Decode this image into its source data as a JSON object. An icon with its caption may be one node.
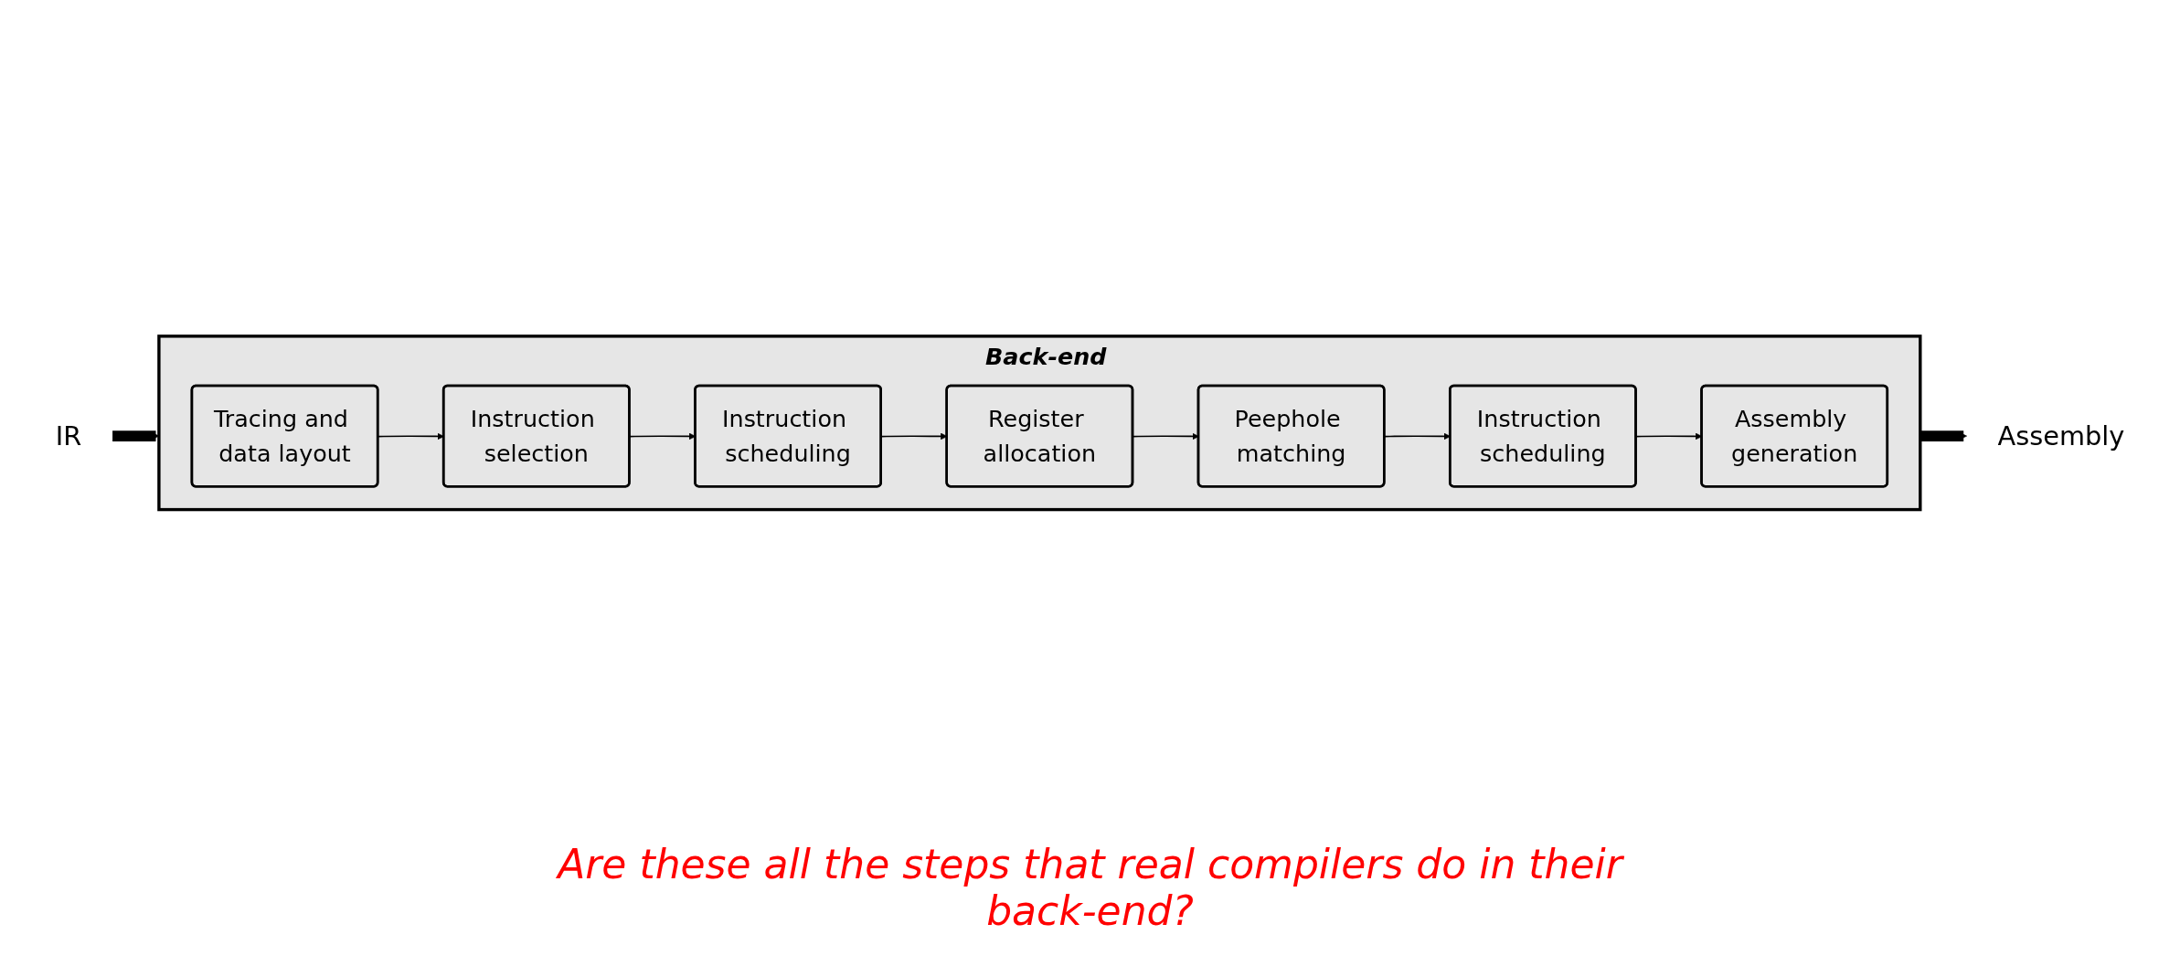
{
  "diagram": {
    "nodes": [
      {
        "text": [
          "Back-end"
        ]
      },
      {
        "text": [
          "Tracing and data layout"
        ],
        "in": 0
      },
      {
        "text": [
          "Instruction selection"
        ],
        "in": 0
      },
      {
        "text": [
          "Instruction scheduling"
        ],
        "in": 0
      },
      {
        "text": [
          "Register allocation"
        ],
        "in": 0
      },
      {
        "text": [
          "Peephole matching"
        ],
        "in": 0
      },
      {
        "text": [
          "Instruction scheduling"
        ],
        "in": 0
      },
      {
        "text": [
          "Assembly generation"
        ],
        "in": 0
      },
      {
        "text": [
          "IR"
        ]
      },
      {
        "text": [
          "Assembly"
        ]
      }
    ],
    "edges": [
      {
        "from": 8,
        "to": 0,
        "arrow": "to",
        "style": "thick"
      },
      {
        "from": 1,
        "to": 2,
        "arrow": "to"
      },
      {
        "from": 2,
        "to": 3,
        "arrow": "to"
      },
      {
        "from": 3,
        "to": 4,
        "arrow": "to"
      },
      {
        "from": 4,
        "to": 5,
        "arrow": "to"
      },
      {
        "from": 5,
        "to": 6,
        "arrow": "to"
      },
      {
        "from": 6,
        "to": 7,
        "arrow": "to"
      },
      {
        "from": 0,
        "to": 9,
        "arrow": "to",
        "style": "thick"
      }
    ],
    "labels": [
      "Are these all the steps that real compilers do in their back-end?"
    ]
  }
}
